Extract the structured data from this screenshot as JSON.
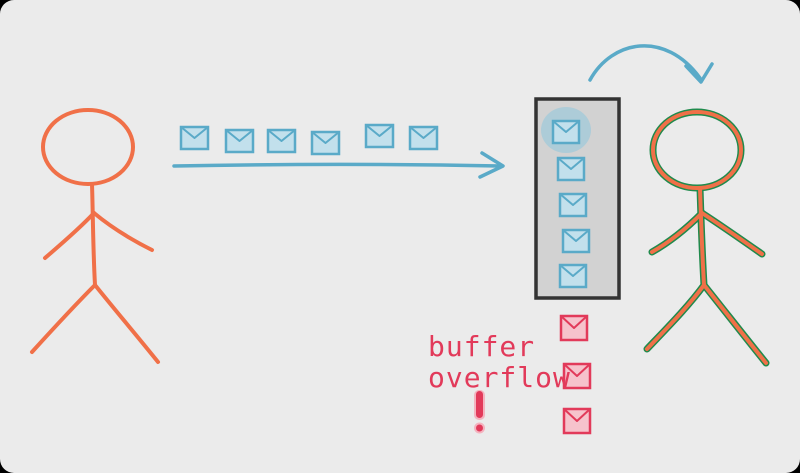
{
  "label": {
    "line1": "buffer",
    "line2": "overflow"
  },
  "colors": {
    "background": "#ebebeb",
    "person": "#f07048",
    "receiver_outline": "#1f8a4c",
    "message": "#5aaac8",
    "message_fill": "#c2e0ec",
    "buffer_fill": "#d2d2d2",
    "buffer_border": "#333333",
    "overflow": "#e23a5a",
    "overflow_fill": "#f6c3cc"
  },
  "diagram": {
    "messages_in_transit": 6,
    "messages_in_buffer": 5,
    "messages_overflowed": 3
  }
}
